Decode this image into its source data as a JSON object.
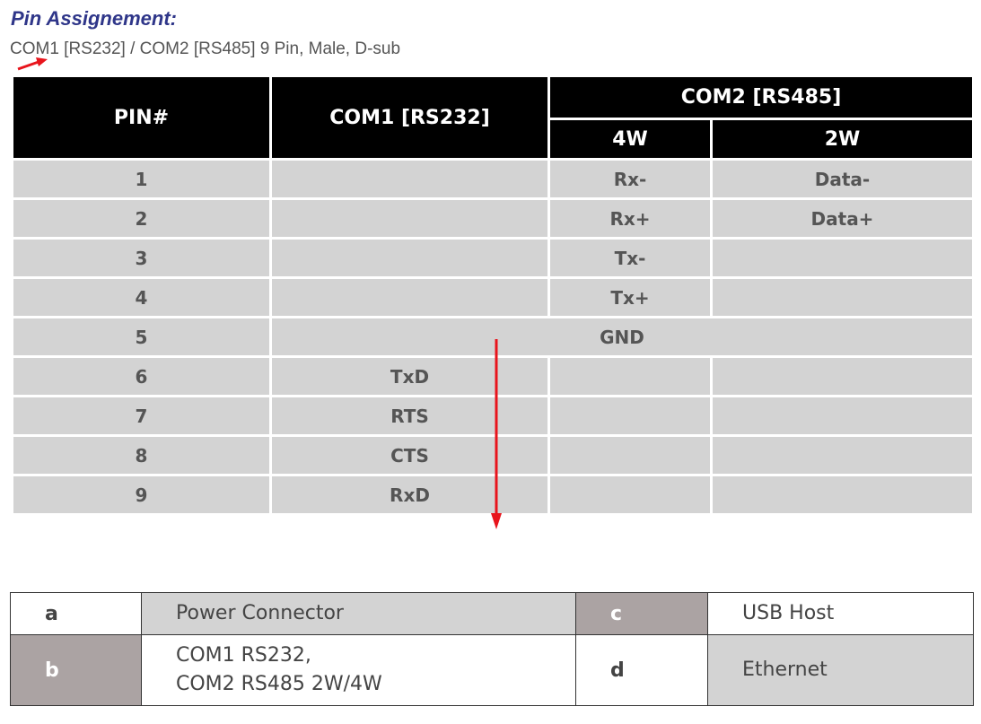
{
  "title": "Pin Assignement:",
  "subtitle": "COM1 [RS232] / COM2 [RS485] 9 Pin, Male, D-sub",
  "pin_table": {
    "headers": {
      "pin": "PIN#",
      "com1": "COM1 [RS232]",
      "com2": "COM2 [RS485]",
      "w4": "4W",
      "w2": "2W"
    },
    "rows": [
      {
        "pin": "1",
        "com1": "",
        "w4": "Rx-",
        "w2": "Data-"
      },
      {
        "pin": "2",
        "com1": "",
        "w4": "Rx+",
        "w2": "Data+"
      },
      {
        "pin": "3",
        "com1": "",
        "w4": "Tx-",
        "w2": ""
      },
      {
        "pin": "4",
        "com1": "",
        "w4": "Tx+",
        "w2": ""
      },
      {
        "pin": "5",
        "shared": "GND"
      },
      {
        "pin": "6",
        "com1": "TxD",
        "w4": "",
        "w2": ""
      },
      {
        "pin": "7",
        "com1": "RTS",
        "w4": "",
        "w2": ""
      },
      {
        "pin": "8",
        "com1": "CTS",
        "w4": "",
        "w2": ""
      },
      {
        "pin": "9",
        "com1": "RxD",
        "w4": "",
        "w2": ""
      }
    ]
  },
  "legend": {
    "a": {
      "key": "a",
      "label": "Power Connector"
    },
    "b": {
      "key": "b",
      "label_line1": "COM1 RS232,",
      "label_line2": "COM2 RS485 2W/4W"
    },
    "c": {
      "key": "c",
      "label": "USB Host"
    },
    "d": {
      "key": "d",
      "label": "Ethernet"
    }
  },
  "colors": {
    "title": "#2f3689",
    "header_bg": "#000000",
    "cell_bg": "#d3d3d3",
    "legend_key_dark": "#aba3a3",
    "annotation_arrow": "#e8141c"
  }
}
